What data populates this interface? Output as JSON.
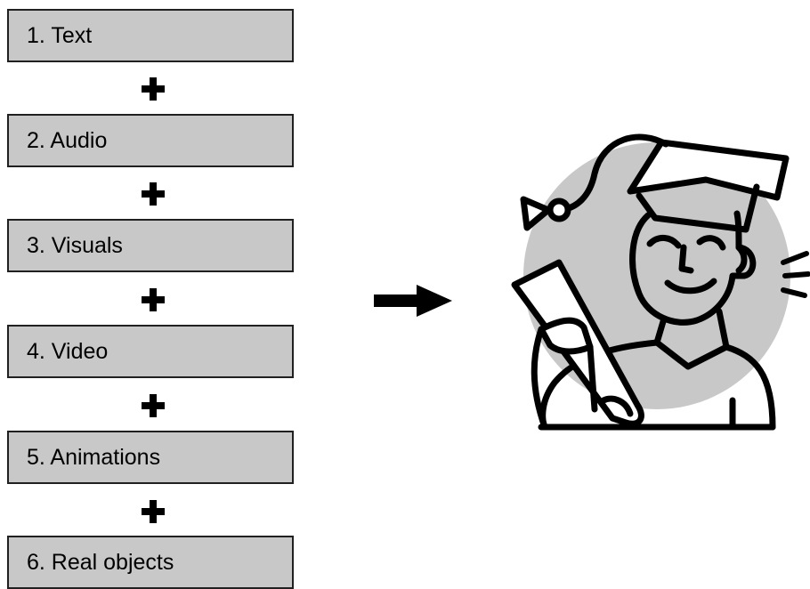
{
  "steps": [
    {
      "label": "1. Text"
    },
    {
      "label": "2. Audio"
    },
    {
      "label": "3. Visuals"
    },
    {
      "label": "4. Video"
    },
    {
      "label": "5. Animations"
    },
    {
      "label": "6. Real objects"
    }
  ],
  "colors": {
    "box_fill": "#c8c8c8",
    "box_border": "#202020",
    "circle_fill": "#c8c8c8",
    "stroke": "#000000"
  },
  "icons": {
    "plus": "plus-icon",
    "arrow": "right-arrow-icon",
    "illustration": "graduate-icon"
  }
}
